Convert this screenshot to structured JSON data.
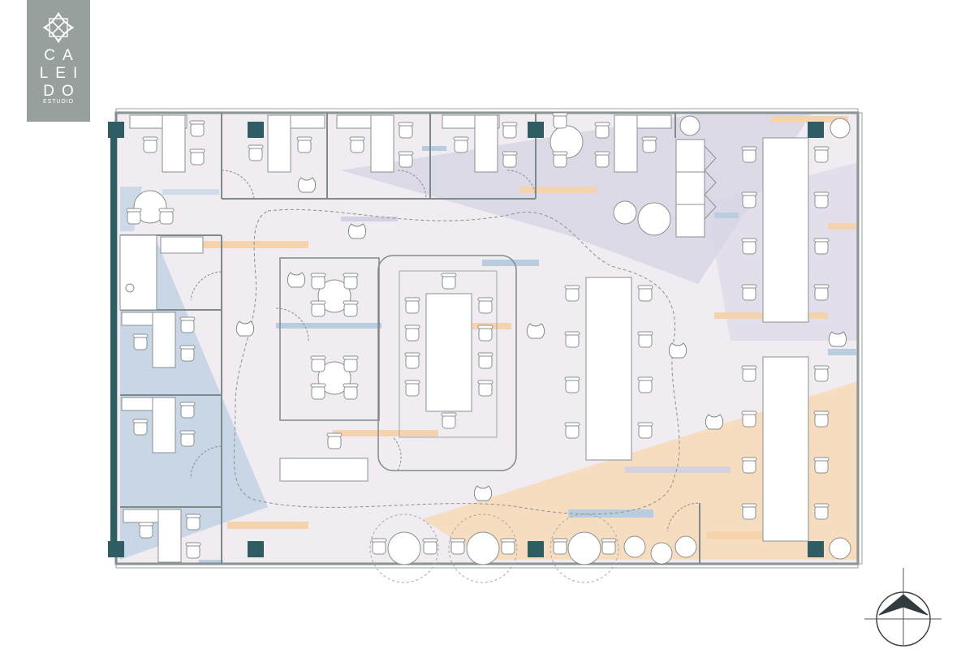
{
  "brand": {
    "line1": "CA",
    "line2": "LEI",
    "line3": "DO",
    "subtitle": "ESTUDIO",
    "logo_icon": "kaleidoscope-mark-icon",
    "tile_color": "#97a09c"
  },
  "plan": {
    "palette": {
      "wall": "#7f8a8a",
      "column": "#2e5e64",
      "floor": "#f0ecf1",
      "zone_blue": "#c3d4e4",
      "zone_orange": "#f7ddbf",
      "zone_lavender": "#d9d7e6",
      "furniture": "#ffffff"
    },
    "north_arrow_icon": "north-arrow-icon"
  }
}
